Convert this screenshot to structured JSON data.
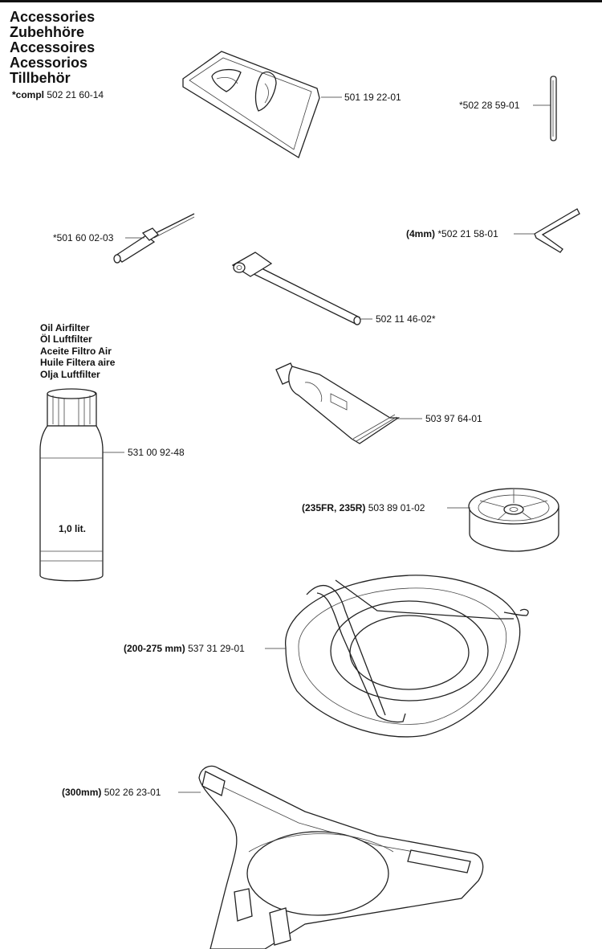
{
  "title": {
    "lines": [
      "Accessories",
      "Zubehhöre",
      "Accessoires",
      "Acessorios",
      "Tillbehör"
    ]
  },
  "compl": {
    "prefix": "*compl",
    "number": "502 21 60-14"
  },
  "parts": [
    {
      "id": "carry-bag",
      "qualifier": "",
      "number": "501 19 22-01"
    },
    {
      "id": "pin",
      "qualifier": "",
      "number": "*502 28 59-01"
    },
    {
      "id": "screwdriver",
      "qualifier": "",
      "number": "*501 60 02-03"
    },
    {
      "id": "hex-key",
      "qualifier": "(4mm)",
      "number": "*502 21 58-01"
    },
    {
      "id": "combination-spanner",
      "qualifier": "",
      "number": "502 11 46-02*"
    },
    {
      "id": "grease-tube",
      "qualifier": "",
      "number": "503 97 64-01"
    },
    {
      "id": "oil-bottle",
      "qualifier": "",
      "number": "531 00 92-48"
    },
    {
      "id": "support-cup",
      "qualifier": "(235FR, 235R)",
      "number": "503 89 01-02"
    },
    {
      "id": "guard-200-275",
      "qualifier": "(200-275 mm)",
      "number": "537 31 29-01"
    },
    {
      "id": "guard-300",
      "qualifier": "(300mm)",
      "number": "502 26 23-01"
    }
  ],
  "oil": {
    "headings": [
      "Oil Airfilter",
      "Öl Luftfilter",
      "Aceite Filtro Air",
      "Huile Filtera aire",
      "Olja Luftfilter"
    ],
    "volume": "1,0 lit."
  }
}
